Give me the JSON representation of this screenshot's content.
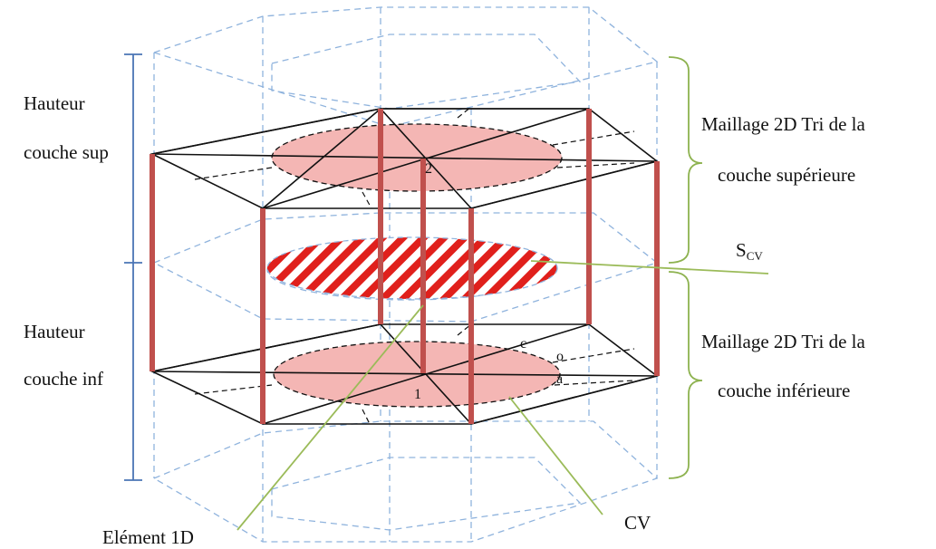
{
  "labels": {
    "upper_height": [
      "Hauteur",
      "couche sup"
    ],
    "lower_height": [
      "Hauteur",
      "couche inf"
    ],
    "upper_mesh": [
      "Maillage 2D Tri de la",
      "couche supérieure"
    ],
    "lower_mesh": [
      "Maillage 2D Tri de la",
      "couche inférieure"
    ],
    "scv_main": "S",
    "scv_sub": "CV",
    "element_1d": "Elément 1D",
    "cv": "CV",
    "node_1": "1",
    "node_2": "2",
    "point_c": "c",
    "point_o": "o",
    "point_a": "a"
  },
  "colors": {
    "dashed_mesh": "#8fb3dd",
    "height_bracket": "#4a74b5",
    "layer_brace": "#8db24f",
    "vertical_element": "#c0504d",
    "control_volume_fill": "#f4b6b4",
    "hatch_red": "#e0201c",
    "leader": "#9bbb59"
  }
}
